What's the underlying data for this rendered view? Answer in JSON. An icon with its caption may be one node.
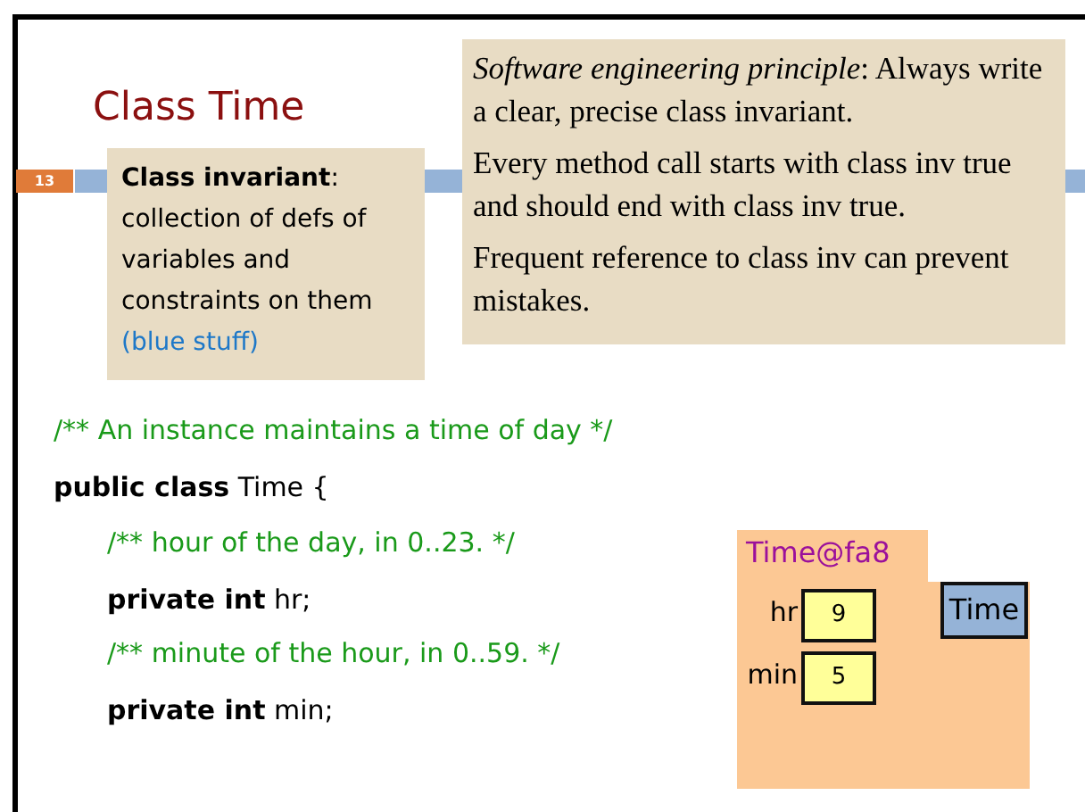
{
  "diagram": {
    "title": "Class Time",
    "nodes": [
      {
        "text": [
          "**Class invariant**: collection of defs of variables and constraints on them",
          "(blue stuff)"
        ]
      },
      {
        "text": [
          "*Software engineering principle*: Always write a clear, precise class invariant.",
          "Every method call starts with class inv true and should end with class inv true.",
          "Frequent reference to class inv can prevent mistakes."
        ]
      },
      {
        "text": [
          "Time@fa8"
        ]
      },
      {
        "text": [
          "9"
        ],
        "beside": [
          "hr"
        ],
        "in": 2
      },
      {
        "text": [
          "5"
        ],
        "beside": [
          "min"
        ],
        "in": 2
      },
      {
        "text": [
          "Time"
        ],
        "in": 2
      }
    ],
    "labels": [
      "13",
      "/** An instance maintains a time of day */",
      "**public class** Time {",
      "/** hour of the day, in 0..23. */",
      "**private int** hr;",
      "/** minute of the hour, in 0..59. */",
      "**private int** min;"
    ]
  }
}
